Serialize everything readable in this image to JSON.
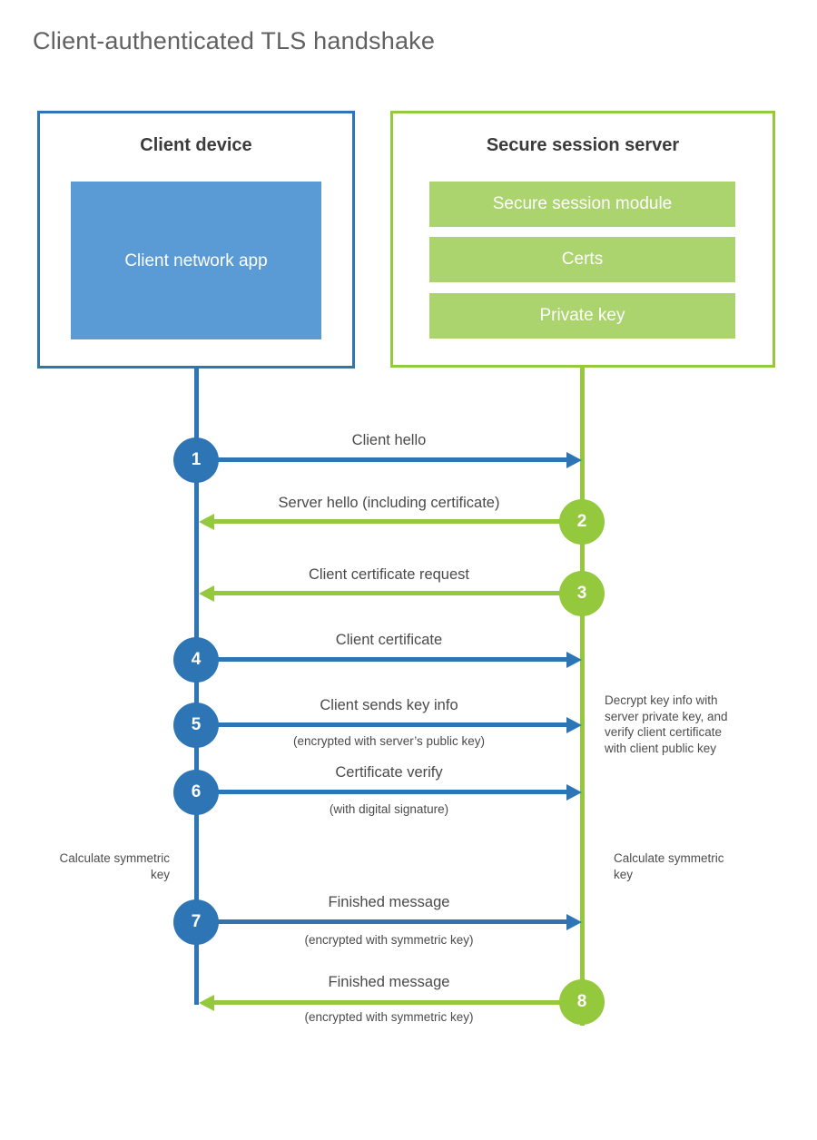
{
  "page": {
    "title": "Client-authenticated TLS handshake"
  },
  "client_box": {
    "title": "Client device",
    "app_label": "Client network app"
  },
  "server_box": {
    "title": "Secure session server",
    "modules": [
      "Secure session module",
      "Certs",
      "Private key"
    ]
  },
  "messages": [
    {
      "num": "1",
      "label": "Client hello",
      "sub": "",
      "direction": "client-to-server"
    },
    {
      "num": "2",
      "label": "Server hello (including certificate)",
      "sub": "",
      "direction": "server-to-client"
    },
    {
      "num": "3",
      "label": "Client certificate request",
      "sub": "",
      "direction": "server-to-client"
    },
    {
      "num": "4",
      "label": "Client certificate",
      "sub": "",
      "direction": "client-to-server"
    },
    {
      "num": "5",
      "label": "Client sends key info",
      "sub": "(encrypted with server’s public key)",
      "direction": "client-to-server"
    },
    {
      "num": "6",
      "label": "Certificate verify",
      "sub": "(with digital signature)",
      "direction": "client-to-server"
    },
    {
      "num": "7",
      "label": "Finished message",
      "sub": "(encrypted with symmetric key)",
      "direction": "client-to-server"
    },
    {
      "num": "8",
      "label": "Finished message",
      "sub": "(encrypted with symmetric key)",
      "direction": "server-to-client"
    }
  ],
  "annotations": {
    "decrypt_note": "Decrypt key info with server private key, and verify client certificate with client public key",
    "calc_left": "Calculate symmetric key",
    "calc_right": "Calculate symmetric key"
  },
  "colors": {
    "blue_accent": "#2e75b6",
    "blue_fill": "#5b9bd5",
    "green_accent": "#94c83d",
    "green_fill": "#abd46e"
  }
}
